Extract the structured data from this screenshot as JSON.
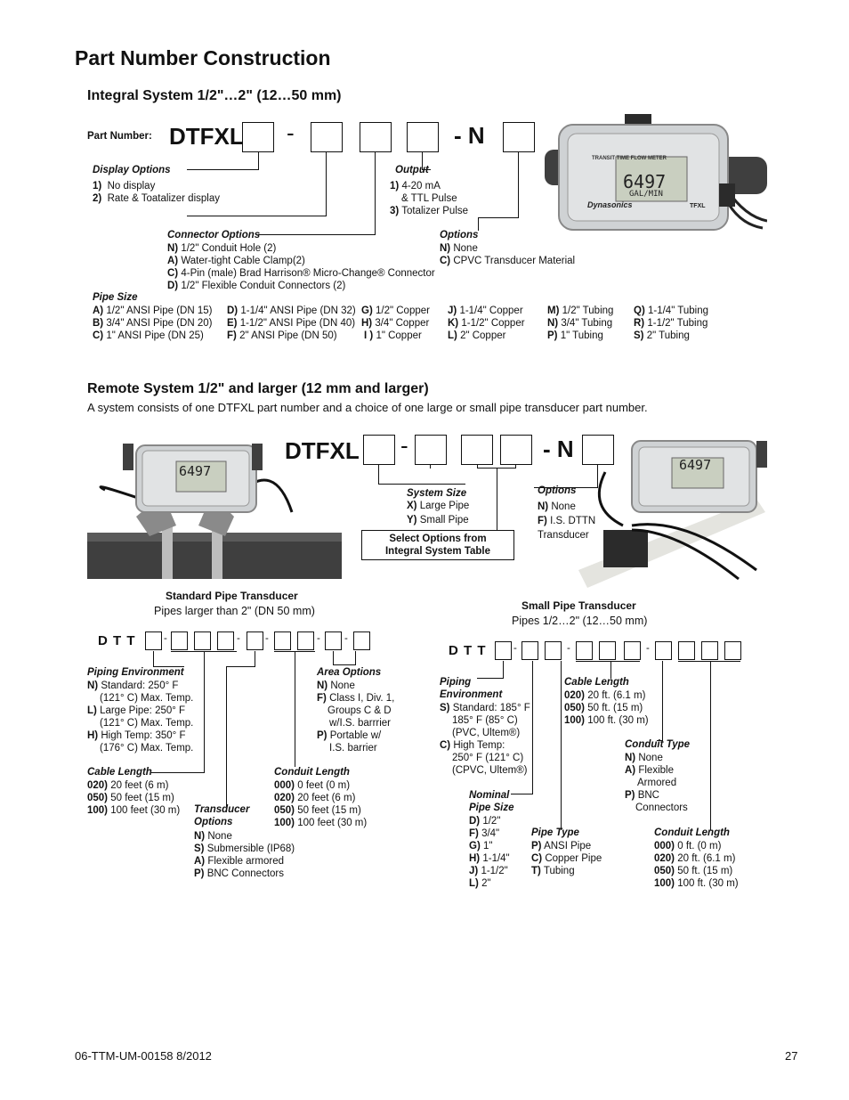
{
  "page_title": "Part Number Construction",
  "integral": {
    "heading": "Integral  System 1/2\"…2\" (12…50 mm)",
    "pn_label": "Part Number:",
    "prefix": "DTFXL",
    "dash1": "-",
    "dash2": "- N",
    "display_options": {
      "title": "Display Options",
      "items": [
        {
          "key": "1)",
          "text": "No display"
        },
        {
          "key": "2)",
          "text": "Rate & Toatalizer display"
        }
      ]
    },
    "output": {
      "title": "Output",
      "items": [
        {
          "key": "1)",
          "text": "4-20 mA"
        },
        {
          "key": "",
          "text": "& TTL Pulse"
        },
        {
          "key": "3)",
          "text": "Totalizer Pulse"
        }
      ]
    },
    "connector_options": {
      "title": "Connector Options",
      "items": [
        {
          "key": "N)",
          "text": "1/2\" Conduit Hole (2)"
        },
        {
          "key": "A)",
          "text": "Water-tight Cable Clamp(2)"
        },
        {
          "key": "C)",
          "text": "4-Pin (male) Brad Harrison® Micro-Change® Connector"
        },
        {
          "key": "D)",
          "text": "1/2\" Flexible Conduit Connectors (2)"
        }
      ]
    },
    "options": {
      "title": "Options",
      "items": [
        {
          "key": "N)",
          "text": "None"
        },
        {
          "key": "C)",
          "text": "CPVC Transducer Material"
        }
      ]
    },
    "pipe_size": {
      "title": "Pipe Size",
      "columns": [
        [
          {
            "key": "A)",
            "text": "1/2\" ANSI Pipe (DN 15)"
          },
          {
            "key": "B)",
            "text": "3/4\" ANSI Pipe (DN 20)"
          },
          {
            "key": "C)",
            "text": "1\" ANSI Pipe (DN 25)"
          }
        ],
        [
          {
            "key": "D)",
            "text": "1-1/4\" ANSI Pipe (DN 32)"
          },
          {
            "key": "E)",
            "text": "1-1/2\" ANSI Pipe (DN 40)"
          },
          {
            "key": "F)",
            "text": "2\" ANSI Pipe (DN 50)"
          }
        ],
        [
          {
            "key": "G)",
            "text": "1/2\" Copper"
          },
          {
            "key": "H)",
            "text": "3/4\" Copper"
          },
          {
            "key": "I )",
            "text": "1\" Copper"
          }
        ],
        [
          {
            "key": "J)",
            "text": "1-1/4\" Copper"
          },
          {
            "key": "K)",
            "text": "1-1/2\" Copper"
          },
          {
            "key": "L)",
            "text": "2\" Copper"
          }
        ],
        [
          {
            "key": "M)",
            "text": "1/2\" Tubing"
          },
          {
            "key": "N)",
            "text": "3/4\" Tubing"
          },
          {
            "key": "P)",
            "text": "1\" Tubing"
          }
        ],
        [
          {
            "key": "Q)",
            "text": "1-1/4\" Tubing"
          },
          {
            "key": "R)",
            "text": "1-1/2\" Tubing"
          },
          {
            "key": "S)",
            "text": "2\" Tubing"
          }
        ]
      ]
    },
    "meter": {
      "brand": "TRANSIT TIME FLOW METER",
      "reading": "6497",
      "units": "GAL/MIN",
      "logo": "Dynasonics",
      "model": "TFXL"
    }
  },
  "remote": {
    "heading": "Remote System 1/2\" and larger (12 mm and larger)",
    "intro": "A system consists of one DTFXL part number and a choice of one large or small pipe transducer part number.",
    "prefix": "DTFXL",
    "dash1": "-",
    "dash2": "- N",
    "system_size": {
      "title": "System Size",
      "items": [
        {
          "key": "X)",
          "text": "Large Pipe"
        },
        {
          "key": "Y)",
          "text": "Small Pipe"
        }
      ]
    },
    "select_note": [
      "Select Options from",
      "Integral System Table"
    ],
    "options": {
      "title": "Options",
      "items": [
        {
          "key": "N)",
          "text": "None"
        },
        {
          "key": "F)",
          "text": "I.S. DTTN"
        },
        {
          "key": "",
          "text": "Transducer"
        }
      ]
    },
    "standard": {
      "title": "Standard Pipe Transducer",
      "subtitle": "Pipes larger than 2\" (DN 50 mm)",
      "prefix": "D T T",
      "piping_env": {
        "title": "Piping Environment",
        "items": [
          {
            "key": "N)",
            "text": "Standard: 250° F"
          },
          {
            "key": "",
            "text": "(121° C) Max. Temp."
          },
          {
            "key": "L)",
            "text": "Large Pipe: 250° F"
          },
          {
            "key": "",
            "text": "(121° C) Max. Temp."
          },
          {
            "key": "H)",
            "text": "High Temp: 350° F"
          },
          {
            "key": "",
            "text": "(176° C) Max. Temp."
          }
        ]
      },
      "area_options": {
        "title": "Area Options",
        "items": [
          {
            "key": "N)",
            "text": "None"
          },
          {
            "key": "F)",
            "text": "Class I, Div. 1,"
          },
          {
            "key": "",
            "text": "Groups C & D"
          },
          {
            "key": "",
            "text": "w/I.S. barrrier"
          },
          {
            "key": "P)",
            "text": "Portable w/"
          },
          {
            "key": "",
            "text": "I.S. barrier"
          }
        ]
      },
      "cable_length": {
        "title": "Cable Length",
        "items": [
          {
            "key": "020)",
            "text": "20 feet (6 m)"
          },
          {
            "key": "050)",
            "text": "50 feet (15 m)"
          },
          {
            "key": "100)",
            "text": "100 feet (30 m)"
          }
        ]
      },
      "conduit_length": {
        "title": "Conduit Length",
        "items": [
          {
            "key": "000)",
            "text": "0 feet (0 m)"
          },
          {
            "key": "020)",
            "text": "20 feet (6 m)"
          },
          {
            "key": "050)",
            "text": "50 feet (15 m)"
          },
          {
            "key": "100)",
            "text": "100 feet (30 m)"
          }
        ]
      },
      "transducer_options": {
        "title1": "Transducer",
        "title2": "Options",
        "items": [
          {
            "key": "N)",
            "text": "None"
          },
          {
            "key": "S)",
            "text": "Submersible (IP68)"
          },
          {
            "key": "A)",
            "text": "Flexible armored"
          },
          {
            "key": "P)",
            "text": "BNC Connectors"
          }
        ]
      }
    },
    "small": {
      "title": "Small Pipe Transducer",
      "subtitle": "Pipes 1/2…2\" (12…50 mm)",
      "prefix": "D T T",
      "piping_env": {
        "title1": "Piping",
        "title2": "Environment",
        "items": [
          {
            "key": "S)",
            "text": "Standard: 185° F"
          },
          {
            "key": "",
            "text": "185° F (85° C)"
          },
          {
            "key": "",
            "text": "(PVC, Ultem®)"
          },
          {
            "key": "C)",
            "text": "High Temp:"
          },
          {
            "key": "",
            "text": "250° F (121° C)"
          },
          {
            "key": "",
            "text": "(CPVC, Ultem®)"
          }
        ]
      },
      "cable_length": {
        "title": "Cable Length",
        "items": [
          {
            "key": "020)",
            "text": "20 ft. (6.1 m)"
          },
          {
            "key": "050)",
            "text": "50 ft. (15 m)"
          },
          {
            "key": "100)",
            "text": "100 ft. (30 m)"
          }
        ]
      },
      "conduit_type": {
        "title": "Conduit Type",
        "items": [
          {
            "key": "N)",
            "text": "None"
          },
          {
            "key": "A)",
            "text": "Flexible"
          },
          {
            "key": "",
            "text": "Armored"
          },
          {
            "key": "P)",
            "text": "BNC"
          },
          {
            "key": "",
            "text": "Connectors"
          }
        ]
      },
      "nominal_pipe": {
        "title1": "Nominal",
        "title2": "Pipe Size",
        "items": [
          {
            "key": "D)",
            "text": "1/2\""
          },
          {
            "key": "F)",
            "text": "3/4\""
          },
          {
            "key": "G)",
            "text": "1\""
          },
          {
            "key": "H)",
            "text": "1-1/4\""
          },
          {
            "key": "J)",
            "text": "1-1/2\""
          },
          {
            "key": "L)",
            "text": "2\""
          }
        ]
      },
      "pipe_type": {
        "title": "Pipe Type",
        "items": [
          {
            "key": "P)",
            "text": "ANSI Pipe"
          },
          {
            "key": "C)",
            "text": "Copper Pipe"
          },
          {
            "key": "T)",
            "text": "Tubing"
          }
        ]
      },
      "conduit_length": {
        "title": "Conduit Length",
        "items": [
          {
            "key": "000)",
            "text": "0 ft. (0 m)"
          },
          {
            "key": "020)",
            "text": "20 ft. (6.1 m)"
          },
          {
            "key": "050)",
            "text": "50 ft. (15 m)"
          },
          {
            "key": "100)",
            "text": "100 ft. (30 m)"
          }
        ]
      }
    }
  },
  "footer": {
    "doc": "06-TTM-UM-00158  8/2012",
    "page": "27"
  },
  "colors": {
    "pipe": "#3f3f3f",
    "meter": "#cfd2d4",
    "lcd": "#c9cfc0"
  }
}
